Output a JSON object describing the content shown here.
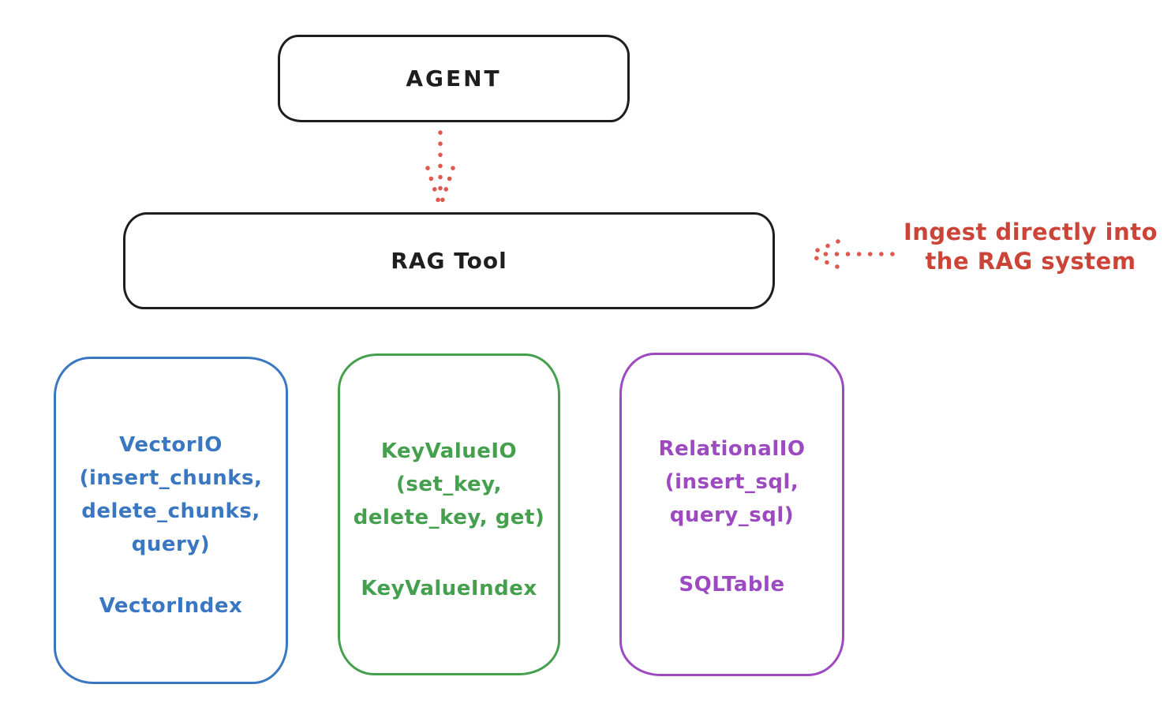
{
  "diagram": {
    "agent_box": {
      "label": "AGENT"
    },
    "rag_box": {
      "label": "RAG Tool"
    },
    "annotation": {
      "line1": "Ingest directly into",
      "line2": "the RAG system",
      "color": "#cc4437"
    },
    "arrows": {
      "agent_to_rag": "dotted-down-arrow",
      "annotation_to_rag": "dotted-left-arrow",
      "color": "#e0584c"
    },
    "io_boxes": [
      {
        "name": "vector-io",
        "color": "#3977c3",
        "lines": [
          "VectorIO",
          "(insert_chunks,",
          "delete_chunks,",
          "query)"
        ],
        "index": "VectorIndex"
      },
      {
        "name": "keyvalue-io",
        "color": "#44a04c",
        "lines": [
          "KeyValueIO",
          "(set_key,",
          "delete_key, get)"
        ],
        "index": "KeyValueIndex"
      },
      {
        "name": "relational-io",
        "color": "#9d4ac2",
        "lines": [
          "RelationalIO",
          "(insert_sql,",
          "query_sql)"
        ],
        "index": "SQLTable"
      }
    ],
    "stroke_colors": {
      "black": "#1e1e1e",
      "red": "#cc4437",
      "blue": "#3977c3",
      "green": "#44a04c",
      "purple": "#9d4ac2"
    }
  }
}
